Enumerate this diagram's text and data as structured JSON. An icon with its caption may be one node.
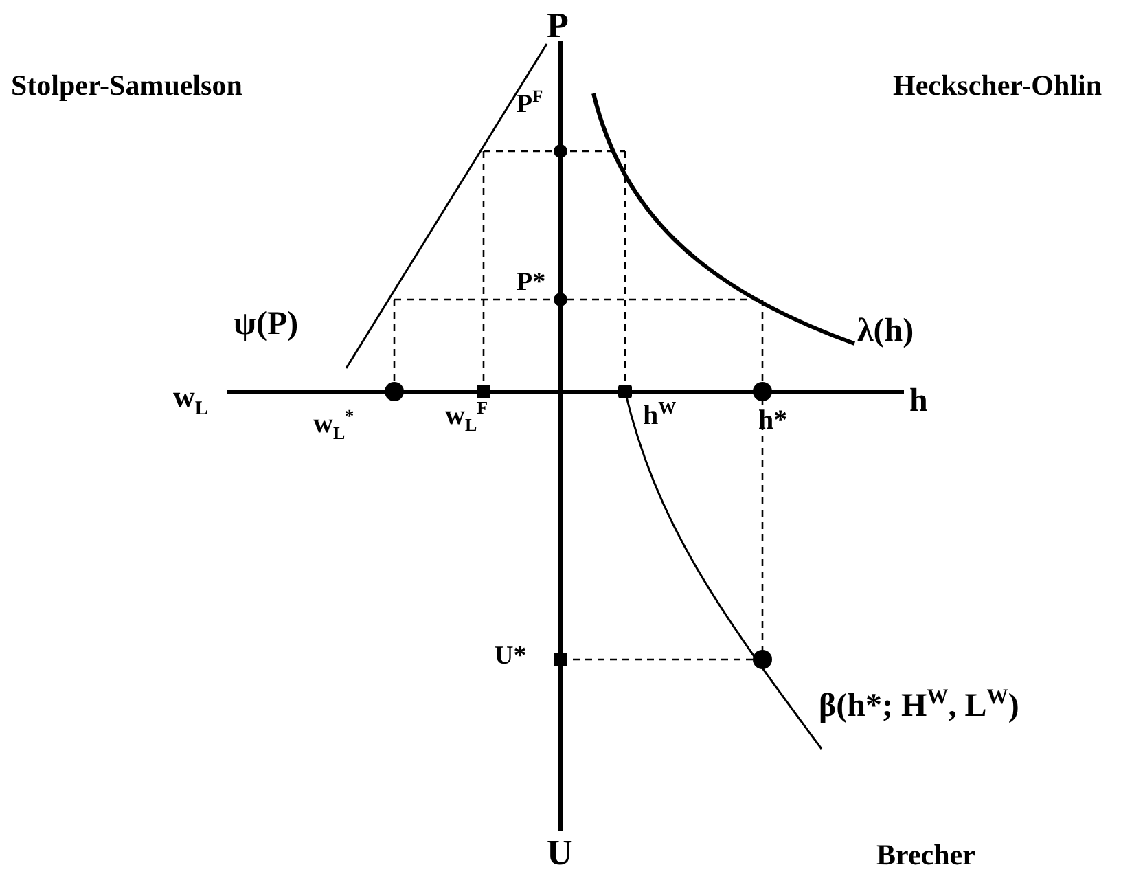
{
  "diagram": {
    "labels": [
      "P",
      "Stolper-Samuelson",
      "Heckscher-Ohlin",
      "P$^{F}$",
      "P*",
      "ψ(P)",
      "λ(h)",
      "w$_{L}$",
      "w$_{L}$$^{*}$",
      "w$_{L}$$^{F}$",
      "h$^{W}$",
      "h*",
      "h",
      "U*",
      "β(h*; H$^{W}$, L$^{W}$)",
      "U",
      "Brecher"
    ]
  }
}
